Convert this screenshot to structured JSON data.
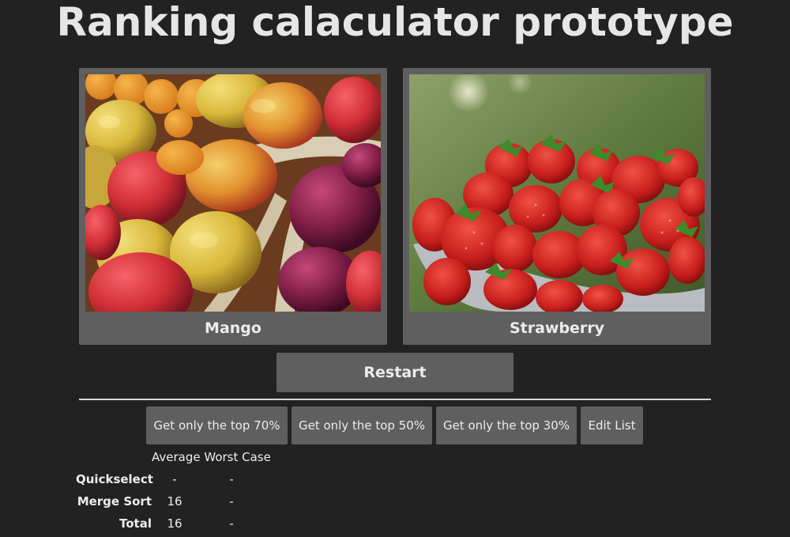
{
  "title": "Ranking calaculator prototype",
  "options": [
    {
      "label": "Mango"
    },
    {
      "label": "Strawberry"
    }
  ],
  "restart_label": "Restart",
  "buttons": {
    "top70": "Get only the top 70%",
    "top50": "Get only the top 50%",
    "top30": "Get only the top 30%",
    "edit": "Edit List"
  },
  "stats": {
    "header": "Average Worst Case",
    "rows": [
      {
        "label": "Quickselect",
        "average": "-",
        "worst": "-"
      },
      {
        "label": "Merge Sort",
        "average": "16",
        "worst": "-"
      },
      {
        "label": "Total",
        "average": "16",
        "worst": "-"
      }
    ]
  },
  "colors": {
    "background": "#222222",
    "panel": "#5f5f5f",
    "text": "#e8e8e8"
  }
}
